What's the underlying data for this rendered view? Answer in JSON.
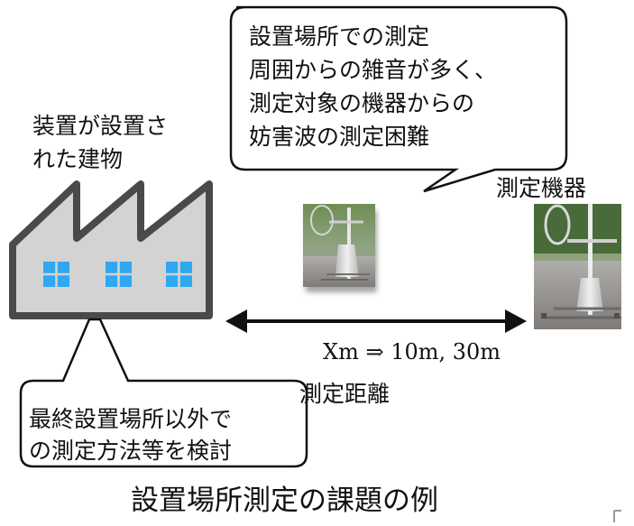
{
  "callouts": {
    "site_issue": {
      "lines": [
        "設置場所での測定",
        "周囲からの雑音が多く、",
        "測定対象の機器からの",
        "妨害波の測定困難"
      ]
    },
    "alternative": {
      "lines": [
        "最終設置場所以外で",
        "の測定方法等を検討"
      ]
    }
  },
  "labels": {
    "building": {
      "lines": [
        "装置が設置さ",
        "れた建物"
      ]
    },
    "device": "測定機器",
    "distance_formula": "Xm  ⇒  10m, 30m",
    "distance": "測定距離",
    "caption": "設置場所測定の課題の例"
  },
  "icons": {
    "building": "factory-building-icon",
    "windows": "window-icon",
    "device_near": "antenna-measurement-device-icon",
    "device_far": "antenna-measurement-device-icon",
    "distance_arrow": "double-arrow-icon"
  },
  "colors": {
    "stroke": "#4a4a4a",
    "building_fill": "#d3d3d3",
    "window": "#2fa8f2",
    "arrow": "#111111",
    "photo_bg": "#8ea17b",
    "photo_ground": "#9b9794",
    "device_metal": "#d7d7d7"
  }
}
